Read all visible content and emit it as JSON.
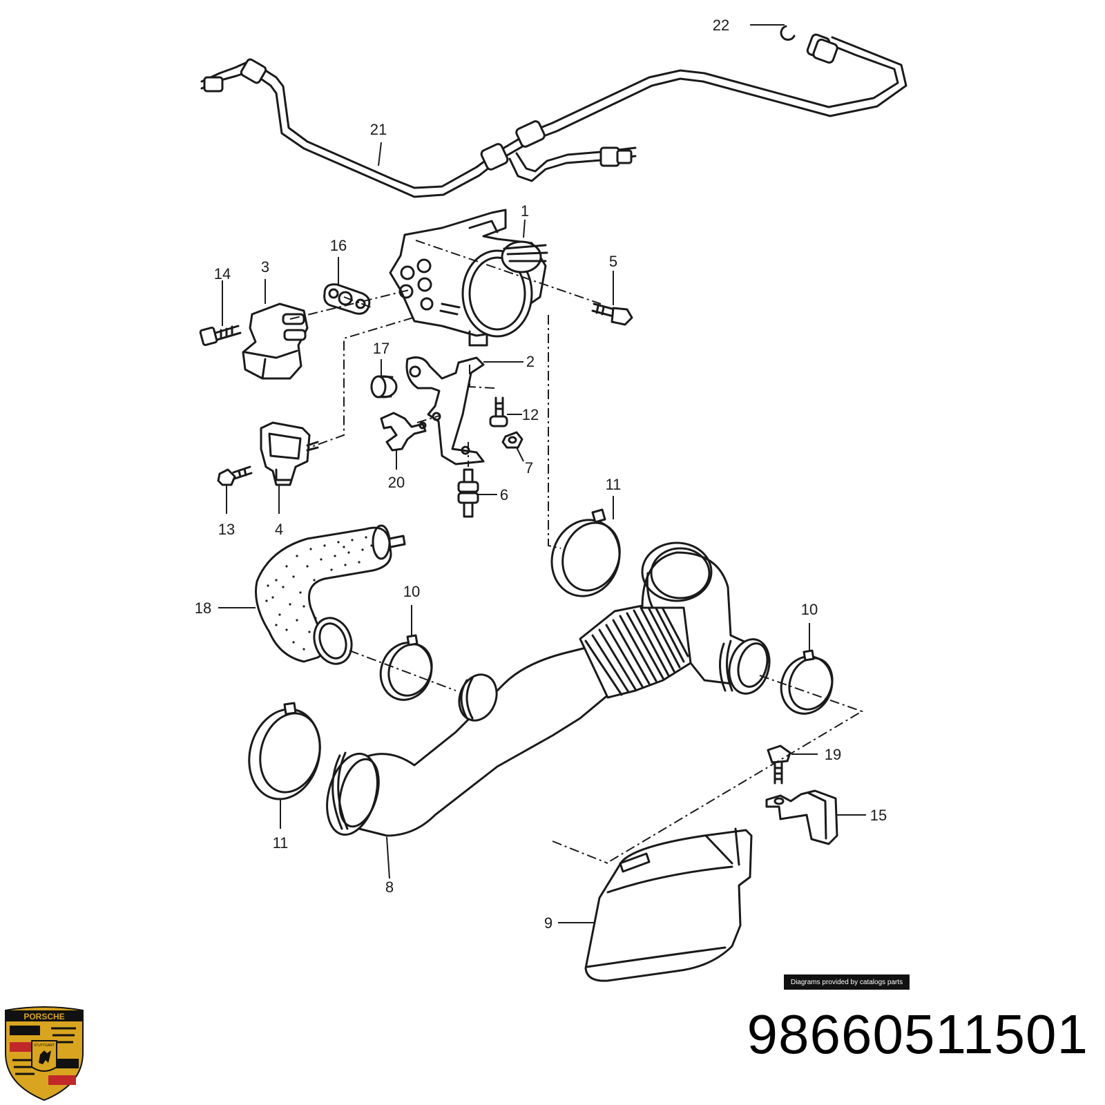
{
  "diagram": {
    "callouts": [
      "22",
      "21",
      "1",
      "16",
      "3",
      "14",
      "5",
      "17",
      "2",
      "12",
      "20",
      "7",
      "6",
      "13",
      "4",
      "11",
      "18",
      "10",
      "10",
      "11",
      "19",
      "15",
      "8",
      "9"
    ]
  },
  "credit": "Diagrams provided by catalogs parts",
  "part_number": "98660511501",
  "logo": {
    "brand_text": "PORSCHE",
    "city_text": "STUTTGART"
  },
  "colors": {
    "line": "#1a1a1a",
    "logo_gold": "#d9a520",
    "logo_red": "#c0282a",
    "logo_black": "#111111"
  }
}
